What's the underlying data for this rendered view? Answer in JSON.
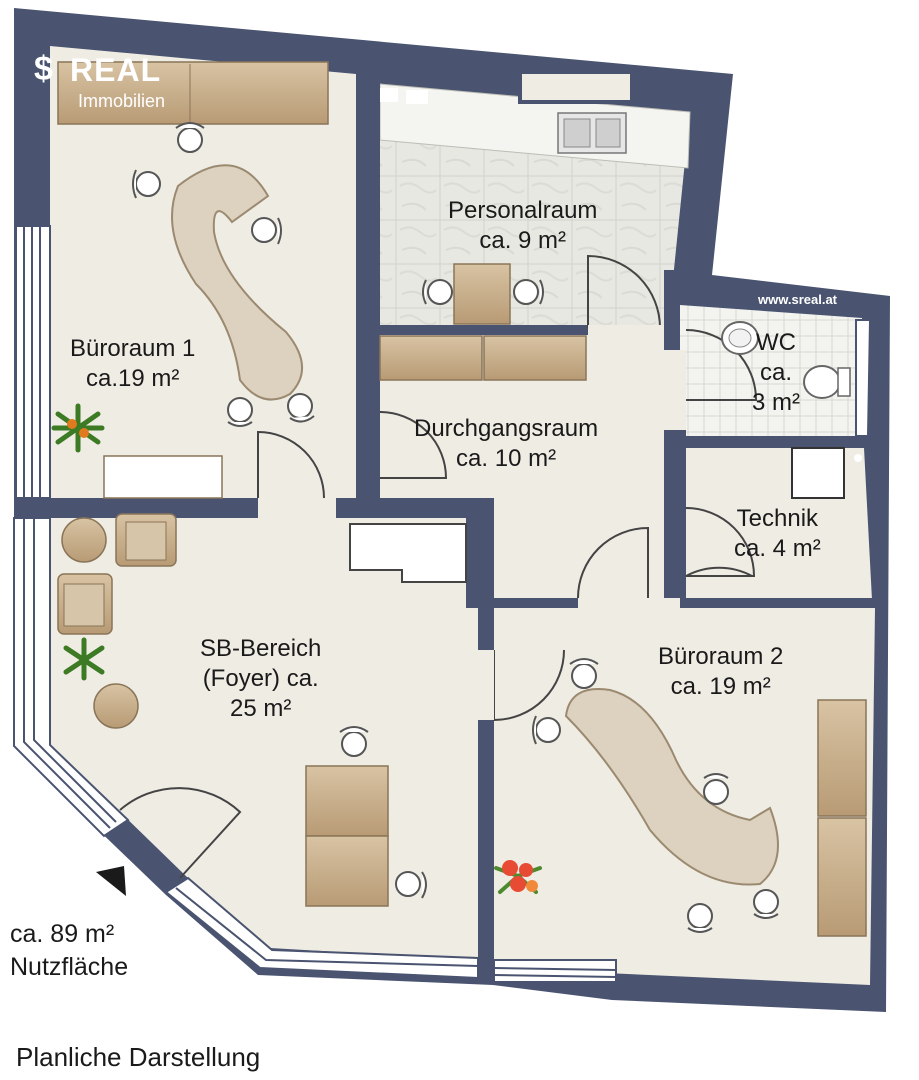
{
  "logo": {
    "mark": "$",
    "brand": "REAL",
    "subtitle": "Immobilien"
  },
  "website": "www.sreal.at",
  "rooms": {
    "bueroraum1": {
      "name": "Büroraum 1",
      "area": "ca.19 m²"
    },
    "personalraum": {
      "name": "Personalraum",
      "area": "ca. 9 m²"
    },
    "wc": {
      "name": "WC",
      "prefix": "ca.",
      "area": "3 m²"
    },
    "durchgangsraum": {
      "name": "Durchgangsraum",
      "area": "ca. 10 m²"
    },
    "technik": {
      "name": "Technik",
      "area": "ca. 4 m²"
    },
    "sb_bereich": {
      "name": "SB-Bereich",
      "line2": "(Foyer) ca.",
      "area": "25 m²"
    },
    "bueroraum2": {
      "name": "Büroraum 2",
      "area": "ca. 19 m²"
    }
  },
  "total": {
    "area": "ca. 89 m²",
    "label": "Nutzfläche"
  },
  "caption": "Planliche Darstellung",
  "colors": {
    "wall": "#4a5470",
    "floor": "#efece4",
    "furniture": "#c9b497",
    "furniture_dark": "#a98e6c",
    "tile": "#e6e6e1"
  },
  "icons": [
    "north-arrow-icon",
    "plant-icon",
    "sink-icon",
    "toilet-icon",
    "chair-icon"
  ]
}
